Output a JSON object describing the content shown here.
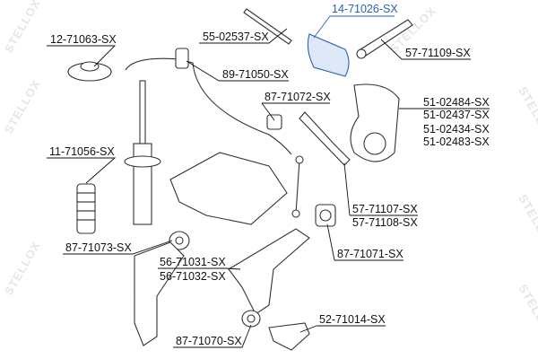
{
  "watermark": "STELLOX",
  "colors": {
    "highlight": "#2a5fb5",
    "text": "#111111",
    "watermark": "#e6e6e6"
  },
  "labels": {
    "boot": "14-71026-SX",
    "tie_rod": "55-02537-SX",
    "strut_mount": "12-71063-SX",
    "tie_rod_end": "57-71109-SX",
    "stabilizer_bushing": "89-71050-SX",
    "arm_bushing_upper": "87-71072-SX",
    "knuckle_1": "51-02484-SX",
    "knuckle_2": "51-02437-SX",
    "knuckle_3": "51-02434-SX",
    "knuckle_4": "51-02483-SX",
    "dust_boot": "11-71056-SX",
    "stabilizer_link_1": "57-71107-SX",
    "stabilizer_link_2": "57-71108-SX",
    "arm_bushing_left": "87-71073-SX",
    "control_arm_1": "56-71031-SX",
    "control_arm_2": "56-71032-SX",
    "arm_bushing_right": "87-71071-SX",
    "ball_joint": "52-71014-SX",
    "arm_bushing_lower": "87-71070-SX"
  }
}
